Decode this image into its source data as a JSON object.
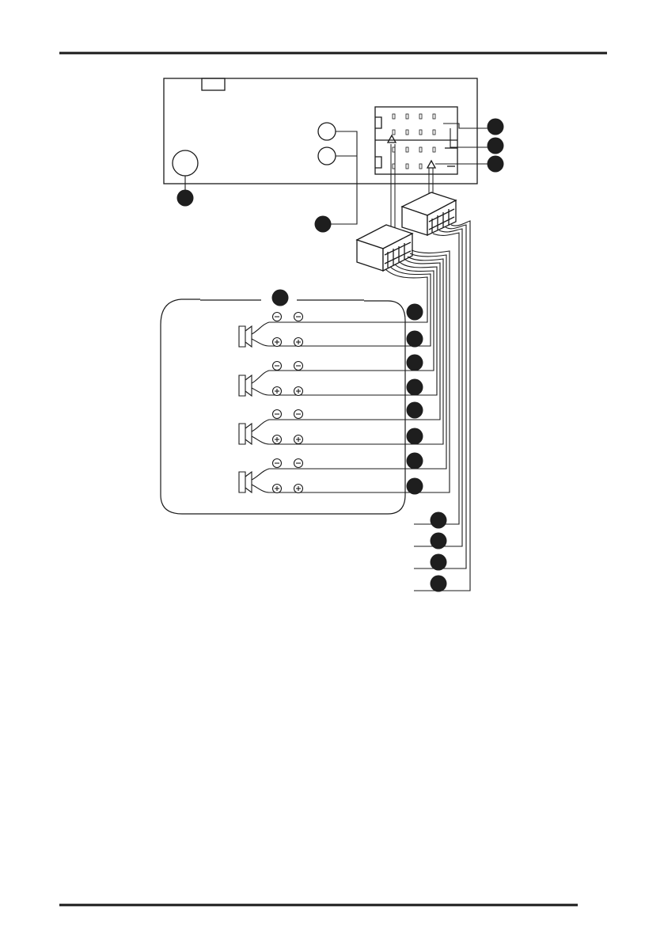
{
  "page": {
    "background": "#ffffff",
    "ink": "#1a1a1a",
    "badge_color": "#1e1e1e"
  },
  "diagram": {
    "units": {
      "head_unit": {
        "label": "",
        "icon": "radio-chassis-icon"
      },
      "connectors": [
        {
          "name": "iso-connector-a",
          "icon": "multi-pin-plug-icon"
        },
        {
          "name": "iso-connector-b",
          "icon": "multi-pin-plug-icon"
        }
      ],
      "speakers": [
        {
          "name": "speaker-1",
          "icon": "speaker-icon",
          "terminals": [
            "−",
            "+"
          ]
        },
        {
          "name": "speaker-2",
          "icon": "speaker-icon",
          "terminals": [
            "−",
            "+"
          ]
        },
        {
          "name": "speaker-3",
          "icon": "speaker-icon",
          "terminals": [
            "−",
            "+"
          ]
        },
        {
          "name": "speaker-4",
          "icon": "speaker-icon",
          "terminals": [
            "−",
            "+"
          ]
        }
      ]
    },
    "callout_count": 20
  }
}
